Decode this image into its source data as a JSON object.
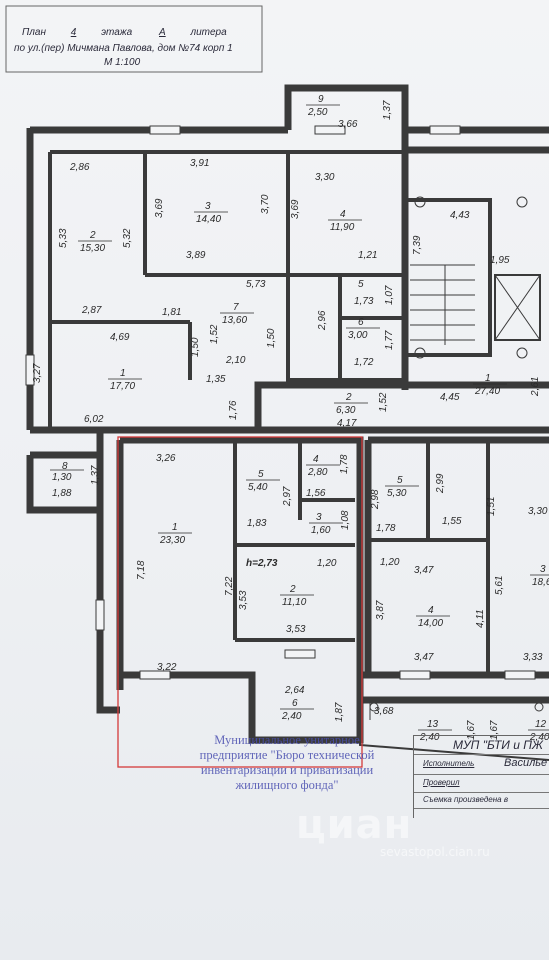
{
  "header": {
    "line1": [
      "План",
      "4",
      "этажа",
      "А",
      "литера"
    ],
    "line2": "по ул.(пер) Мичмана Павлова, дом №74 корп 1",
    "scale": "М 1:100"
  },
  "rooms_left": [
    {
      "id": "9",
      "area": "2,50"
    },
    {
      "id": "2",
      "area": "15,30"
    },
    {
      "id": "3",
      "area": "14,40"
    },
    {
      "id": "4",
      "area": "11,90"
    },
    {
      "id": "5",
      "area": "1,73"
    },
    {
      "id": "6",
      "area": "3,00"
    },
    {
      "id": "7",
      "area": "13,60"
    },
    {
      "id": "1",
      "area": "17,70"
    },
    {
      "id": "2",
      "area": "6,30"
    },
    {
      "id": "8",
      "area": "1,30"
    }
  ],
  "rooms_stair": [
    {
      "id": "1",
      "area": "27,40"
    }
  ],
  "rooms_highlighted": [
    {
      "id": "1",
      "area": "23,30"
    },
    {
      "id": "5",
      "area": "5,40"
    },
    {
      "id": "4",
      "area": "2,80"
    },
    {
      "id": "3",
      "area": "1,60"
    },
    {
      "id": "2",
      "area": "11,10"
    },
    {
      "id": "6",
      "area": "2,40"
    }
  ],
  "ceiling_height": "h=2,73",
  "rooms_right": [
    {
      "id": "5",
      "area": "5,30"
    },
    {
      "id": "3",
      "area": "18,6"
    },
    {
      "id": "4",
      "area": "14,00"
    },
    {
      "id": "13",
      "area": "2,40"
    },
    {
      "id": "12",
      "area": "2,40"
    }
  ],
  "dimensions": [
    "1,37",
    "3,66",
    "2,86",
    "3,91",
    "3,30",
    "4,43",
    "5,33",
    "5,32",
    "3,69",
    "3,70",
    "3,69",
    "7,39",
    "3,89",
    "1,21",
    "1,95",
    "2,87",
    "5,73",
    "1,07",
    "1,81",
    "2,96",
    "4,69",
    "1,52",
    "1,77",
    "1,50",
    "1,50",
    "1,72",
    "2,10",
    "3,27",
    "1,35",
    "2,61",
    "4,45",
    "1,52",
    "6,02",
    "1,76",
    "4,17",
    "3,26",
    "1,78",
    "2,97",
    "1,56",
    "1,08",
    "1,83",
    "1,37",
    "1,88",
    "7,18",
    "7,22",
    "3,53",
    "1,20",
    "3,53",
    "3,22",
    "2,64",
    "1,87",
    "2,98",
    "2,99",
    "1,51",
    "3,30",
    "1,78",
    "1,55",
    "1,20",
    "3,47",
    "5,61",
    "3,87",
    "4,11",
    "3,47",
    "3,33",
    "3,68",
    "1,67",
    "1,67"
  ],
  "stamp": {
    "lines": [
      "Муниципальное унитарное",
      "предприятие \"Бюро технической",
      "инвентаризации и приватизации",
      "жилищного фонда\""
    ]
  },
  "title_block": {
    "org": "МУП \"БТИ и ПЖ",
    "executor_label": "Исполнитель",
    "executor_value": "Василье",
    "checked_label": "Проверил",
    "survey_label": "Съемка произведена в"
  },
  "watermark": "циан",
  "watermark_sub": "sevastopol.cian.ru",
  "colors": {
    "wall": "#3a3a3a",
    "paper": "#f1f2f4",
    "highlight": "#d43a3a",
    "stamp": "#4a4fb0"
  }
}
